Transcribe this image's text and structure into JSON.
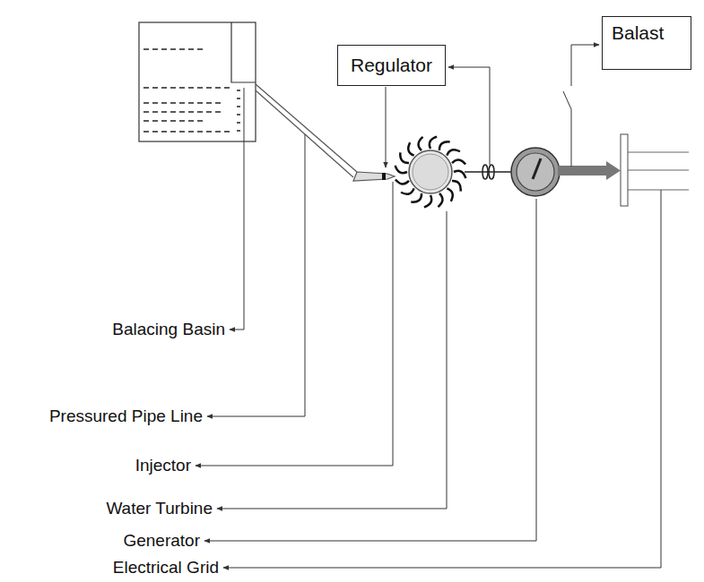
{
  "diagram": {
    "nodes": [
      {
        "text": [
          "Regulator"
        ]
      },
      {
        "text": [
          "Balast"
        ]
      }
    ],
    "labels": [
      "Balacing Basin",
      "Pressured Pipe Line",
      "Injector",
      "Water Turbine",
      "Generator",
      "Electrical Grid"
    ]
  }
}
